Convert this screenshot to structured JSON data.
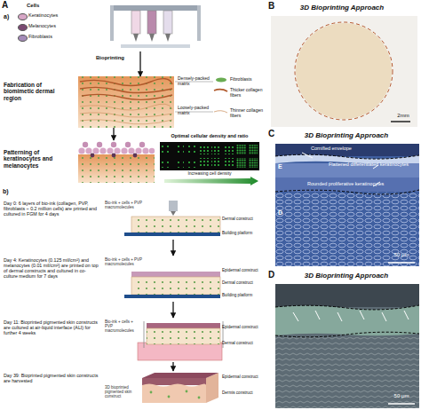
{
  "diagram": {
    "nodes": [
      {
        "text": [
          "Bioprinting"
        ]
      },
      {
        "text": [
          "Fabrication of biomimetic dermal region",
          "Densely-packed matrix",
          "Loosely-packed matrix"
        ]
      },
      {
        "text": [
          "Patterning of keratinocytes and melanocytes"
        ]
      },
      {
        "text": [
          "Optimal cellular density and ratio",
          "Increasing cell density"
        ]
      },
      {
        "text": [
          "Day 0: 6 layers of bio-ink (collagen, PVP, fibroblasts ~ 0.2 million cells) are printed and cultured in FGM for 4 days",
          "Bio-ink + cells + PVP macromolecules",
          "Dermal construct",
          "Building platform"
        ]
      },
      {
        "text": [
          "Day 4: Keratinocytes (0.125 mil/cm²) and melanocytes (0.01 mil/cm²) are printed on top of dermal constructs and cultured in co-culture medium for 7 days",
          "Bio-ink + cells + PVP macromolecules",
          "Epidermal construct",
          "Dermal construct",
          "Building platform"
        ]
      },
      {
        "text": [
          "Day 11: Bioprinted pigmented skin constructs are cultured at air-liquid interface (ALI) for further 4 weeks",
          "Bio-ink + cells + PVP macromolecules",
          "Epidermal construct",
          "Dermal construct"
        ]
      },
      {
        "text": [
          "Day 39: Bioprinted pigmented skin constructs are harvested",
          "3D bioprinted pigmented skin construct",
          "Epidermal construct",
          "Dermis construct"
        ]
      },
      {
        "text": [
          "3D Bioprinting Approach",
          "2mm"
        ]
      },
      {
        "text": [
          "3D Bioprinting Approach",
          "Cornified envelope",
          "Flattened differentiated keratinocytes",
          "Rounded proliferative keratinocytes",
          "E",
          "D",
          "50 μm"
        ]
      },
      {
        "text": [
          "3D Bioprinting Approach",
          "50 μm"
        ]
      }
    ],
    "edges": [
      {
        "from": 0,
        "to": 1,
        "arrow": "to"
      },
      {
        "from": 1,
        "to": 2,
        "arrow": "to"
      },
      {
        "from": 4,
        "to": 5,
        "arrow": "to"
      },
      {
        "from": 5,
        "to": 6,
        "arrow": "to"
      },
      {
        "from": 6,
        "to": 7,
        "arrow": "to"
      }
    ],
    "labels": [
      "A",
      "a)",
      "Cells",
      "Fibroblasts",
      "Thicker collagen fibers",
      "Thinner collagen fibers",
      "b)",
      "B",
      "C",
      "D"
    ],
    "legend": [
      {
        "text": "Keratinocytes",
        "color": "#d7a6c6"
      },
      {
        "text": "Melanocytes",
        "color": "#7a4a72"
      },
      {
        "text": "Fibroblasts",
        "color": "#a48bb8"
      }
    ]
  }
}
